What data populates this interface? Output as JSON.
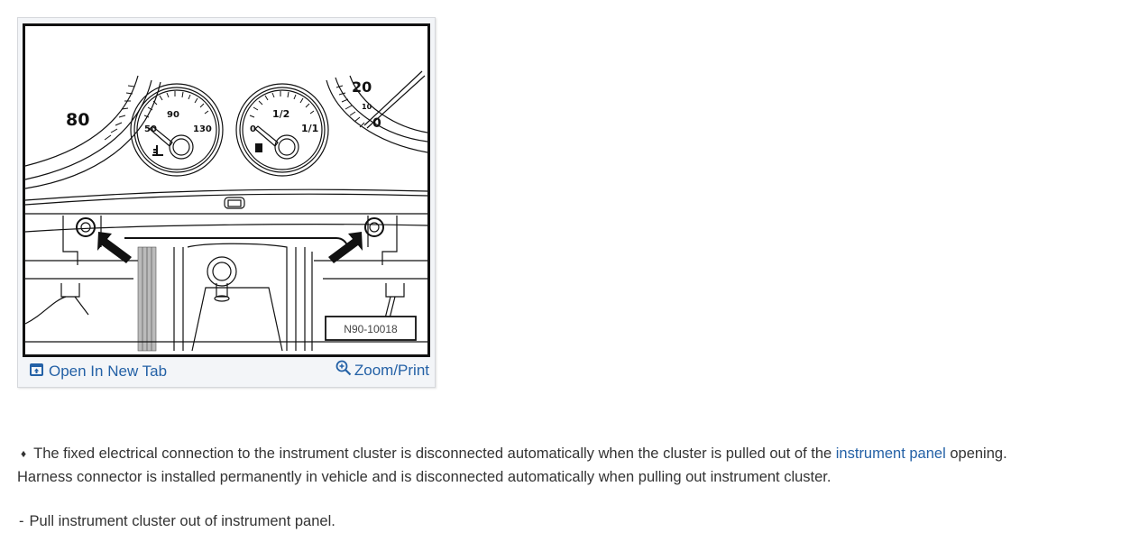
{
  "figure": {
    "diagram": {
      "figure_id": "N90-10018",
      "labels": {
        "speedo_80": "80",
        "temp_min": "50",
        "temp_mid": "90",
        "temp_max": "130",
        "fuel_empty": "0",
        "fuel_half": "1/2",
        "fuel_full": "1/1",
        "tach_20": "20",
        "tach_10": "10",
        "tach_0": "0"
      },
      "colors": {
        "line": "#111111",
        "background": "#ffffff"
      }
    },
    "toolbar": {
      "open_new_tab_label": "Open In New Tab",
      "open_new_tab_icon": "open-in-new-tab-icon",
      "zoom_print_label": "Zoom/Print",
      "zoom_print_icon": "zoom-in-icon"
    }
  },
  "content": {
    "note": {
      "bullet": "♦",
      "text_before_link": "The fixed electrical connection to the instrument cluster is disconnected automatically when the cluster is pulled out of the ",
      "link_text": "instrument panel",
      "text_after_link": " opening.",
      "line2": "Harness connector is installed permanently in vehicle and is disconnected automatically when pulling out instrument cluster."
    },
    "step": {
      "marker": "-",
      "text": "Pull instrument cluster out of instrument panel."
    }
  },
  "colors": {
    "link": "#2461a6",
    "body_text": "#333333",
    "figure_bg": "#f3f5f8"
  }
}
